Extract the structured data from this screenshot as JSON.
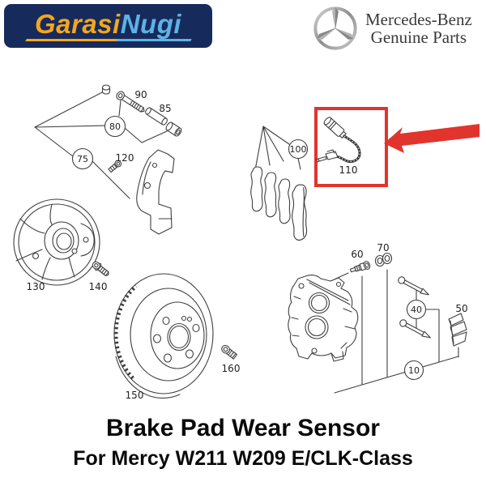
{
  "brand": {
    "logo_text_primary": "Garasi",
    "logo_text_secondary": "Nugi",
    "mb_line1": "Mercedes-Benz",
    "mb_line2": "Genuine Parts"
  },
  "diagram": {
    "parts": [
      {
        "num": "90",
        "circled": false
      },
      {
        "num": "85",
        "circled": false
      },
      {
        "num": "80",
        "circled": true
      },
      {
        "num": "75",
        "circled": true
      },
      {
        "num": "120",
        "circled": false
      },
      {
        "num": "130",
        "circled": false
      },
      {
        "num": "140",
        "circled": false
      },
      {
        "num": "150",
        "circled": false
      },
      {
        "num": "160",
        "circled": false
      },
      {
        "num": "100",
        "circled": true
      },
      {
        "num": "110",
        "circled": false
      },
      {
        "num": "60",
        "circled": false
      },
      {
        "num": "70",
        "circled": false
      },
      {
        "num": "40",
        "circled": true
      },
      {
        "num": "50",
        "circled": false
      },
      {
        "num": "10",
        "circled": true
      }
    ],
    "highlight_color": "#e1342d",
    "line_color": "#3f3f3f"
  },
  "footer": {
    "title": "Brake Pad Wear Sensor",
    "subtitle": "For Mercy W211 W209 E/CLK-Class"
  },
  "colors": {
    "logo_bg": "#172a5c",
    "logo_orange": "#f4a71d",
    "logo_blue": "#5cb3e4",
    "mb_text": "#3a3a3a",
    "title_text": "#0a0a0a"
  }
}
